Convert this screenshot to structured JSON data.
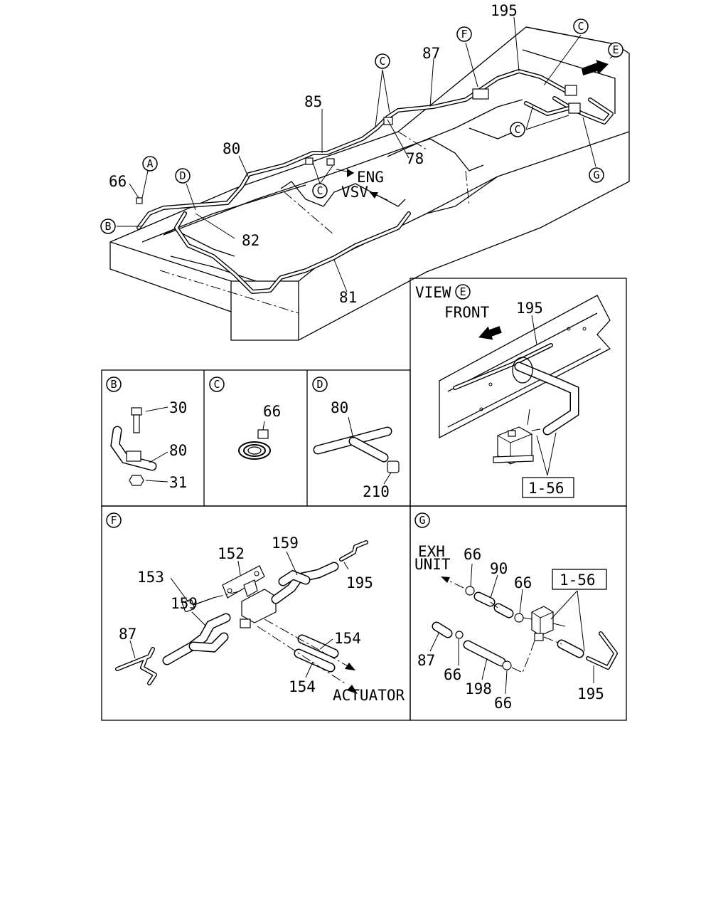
{
  "main_view": {
    "callouts": {
      "p195": "195",
      "p87": "87",
      "p85": "85",
      "p80": "80",
      "p66": "66",
      "p82": "82",
      "p81": "81",
      "p78": "78"
    },
    "letters": {
      "A": "A",
      "B": "B",
      "C": "C",
      "D": "D",
      "E": "E",
      "F": "F",
      "G": "G"
    },
    "eng": "ENG",
    "vsv": "VSV"
  },
  "detail_b": {
    "tag": "B",
    "parts": [
      "30",
      "80",
      "31"
    ]
  },
  "detail_c": {
    "tag": "C",
    "parts": [
      "66"
    ]
  },
  "detail_d": {
    "tag": "D",
    "parts": [
      "80",
      "210"
    ]
  },
  "view_e": {
    "title": "VIEW",
    "tag": "E",
    "front": "FRONT",
    "p195": "195",
    "p156": "1-56"
  },
  "detail_f": {
    "tag": "F",
    "parts": {
      "p152": "152",
      "p153": "153",
      "p159a": "159",
      "p159b": "159",
      "p195": "195",
      "p87": "87",
      "p154a": "154",
      "p154b": "154"
    },
    "actuator": "ACTUATOR"
  },
  "detail_g": {
    "tag": "G",
    "exh_line1": "EXH",
    "exh_line2": "UNIT",
    "parts": {
      "p66a": "66",
      "p90": "90",
      "p66b": "66",
      "p156": "1-56",
      "p87": "87",
      "p66c": "66",
      "p198": "198",
      "p66d": "66",
      "p195": "195"
    }
  }
}
